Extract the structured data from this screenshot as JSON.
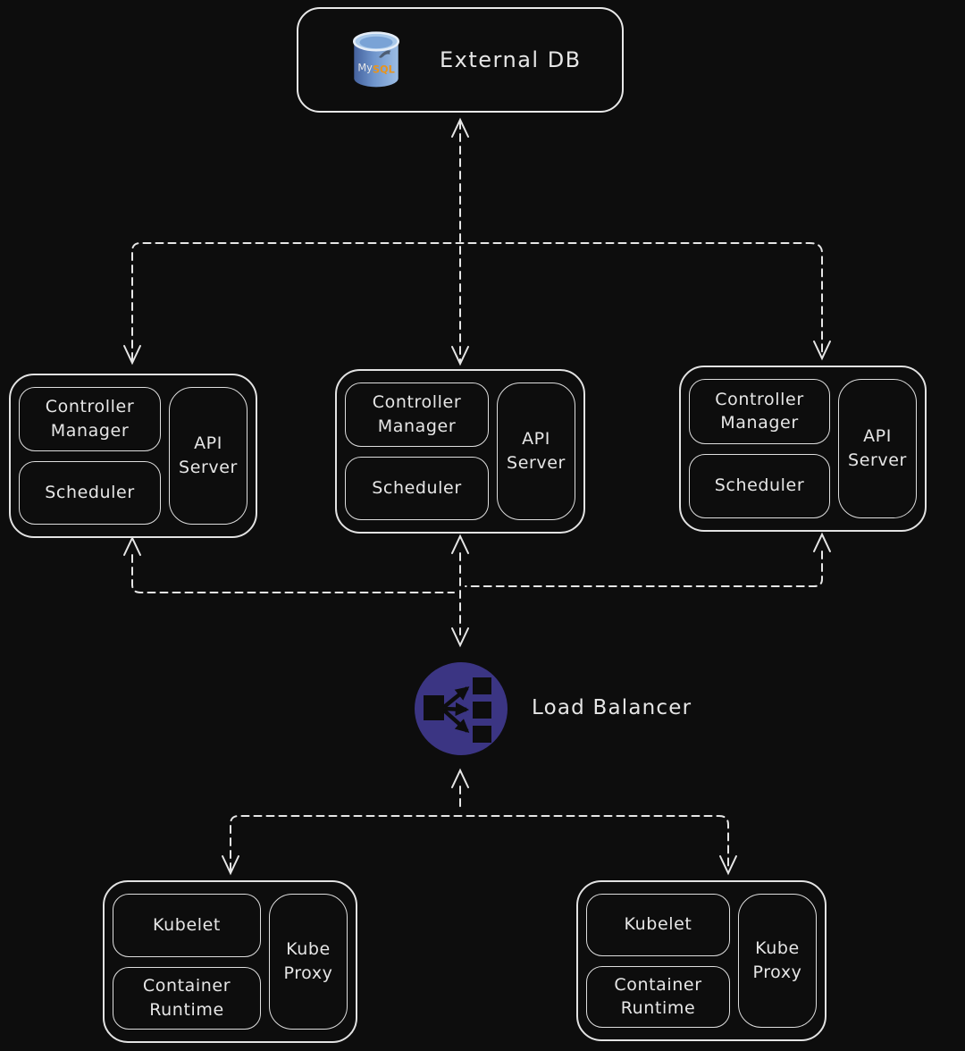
{
  "external_db": {
    "label": "External DB",
    "icon": "mysql-database-icon",
    "icon_text_my": "My",
    "icon_text_sql": "SQL"
  },
  "control_planes": [
    {
      "controller_manager": "Controller Manager",
      "scheduler": "Scheduler",
      "api_server": "API Server"
    },
    {
      "controller_manager": "Controller Manager",
      "scheduler": "Scheduler",
      "api_server": "API Server"
    },
    {
      "controller_manager": "Controller Manager",
      "scheduler": "Scheduler",
      "api_server": "API Server"
    }
  ],
  "load_balancer": {
    "label": "Load Balancer"
  },
  "workers": [
    {
      "kubelet": "Kubelet",
      "container_runtime": "Container Runtime",
      "kube_proxy": "Kube Proxy"
    },
    {
      "kubelet": "Kubelet",
      "container_runtime": "Container Runtime",
      "kube_proxy": "Kube Proxy"
    }
  ],
  "colors": {
    "background": "#0d0d0d",
    "stroke": "#e6e6e6",
    "load_balancer_fill": "#3b3583",
    "mysql_orange": "#e8941c"
  }
}
